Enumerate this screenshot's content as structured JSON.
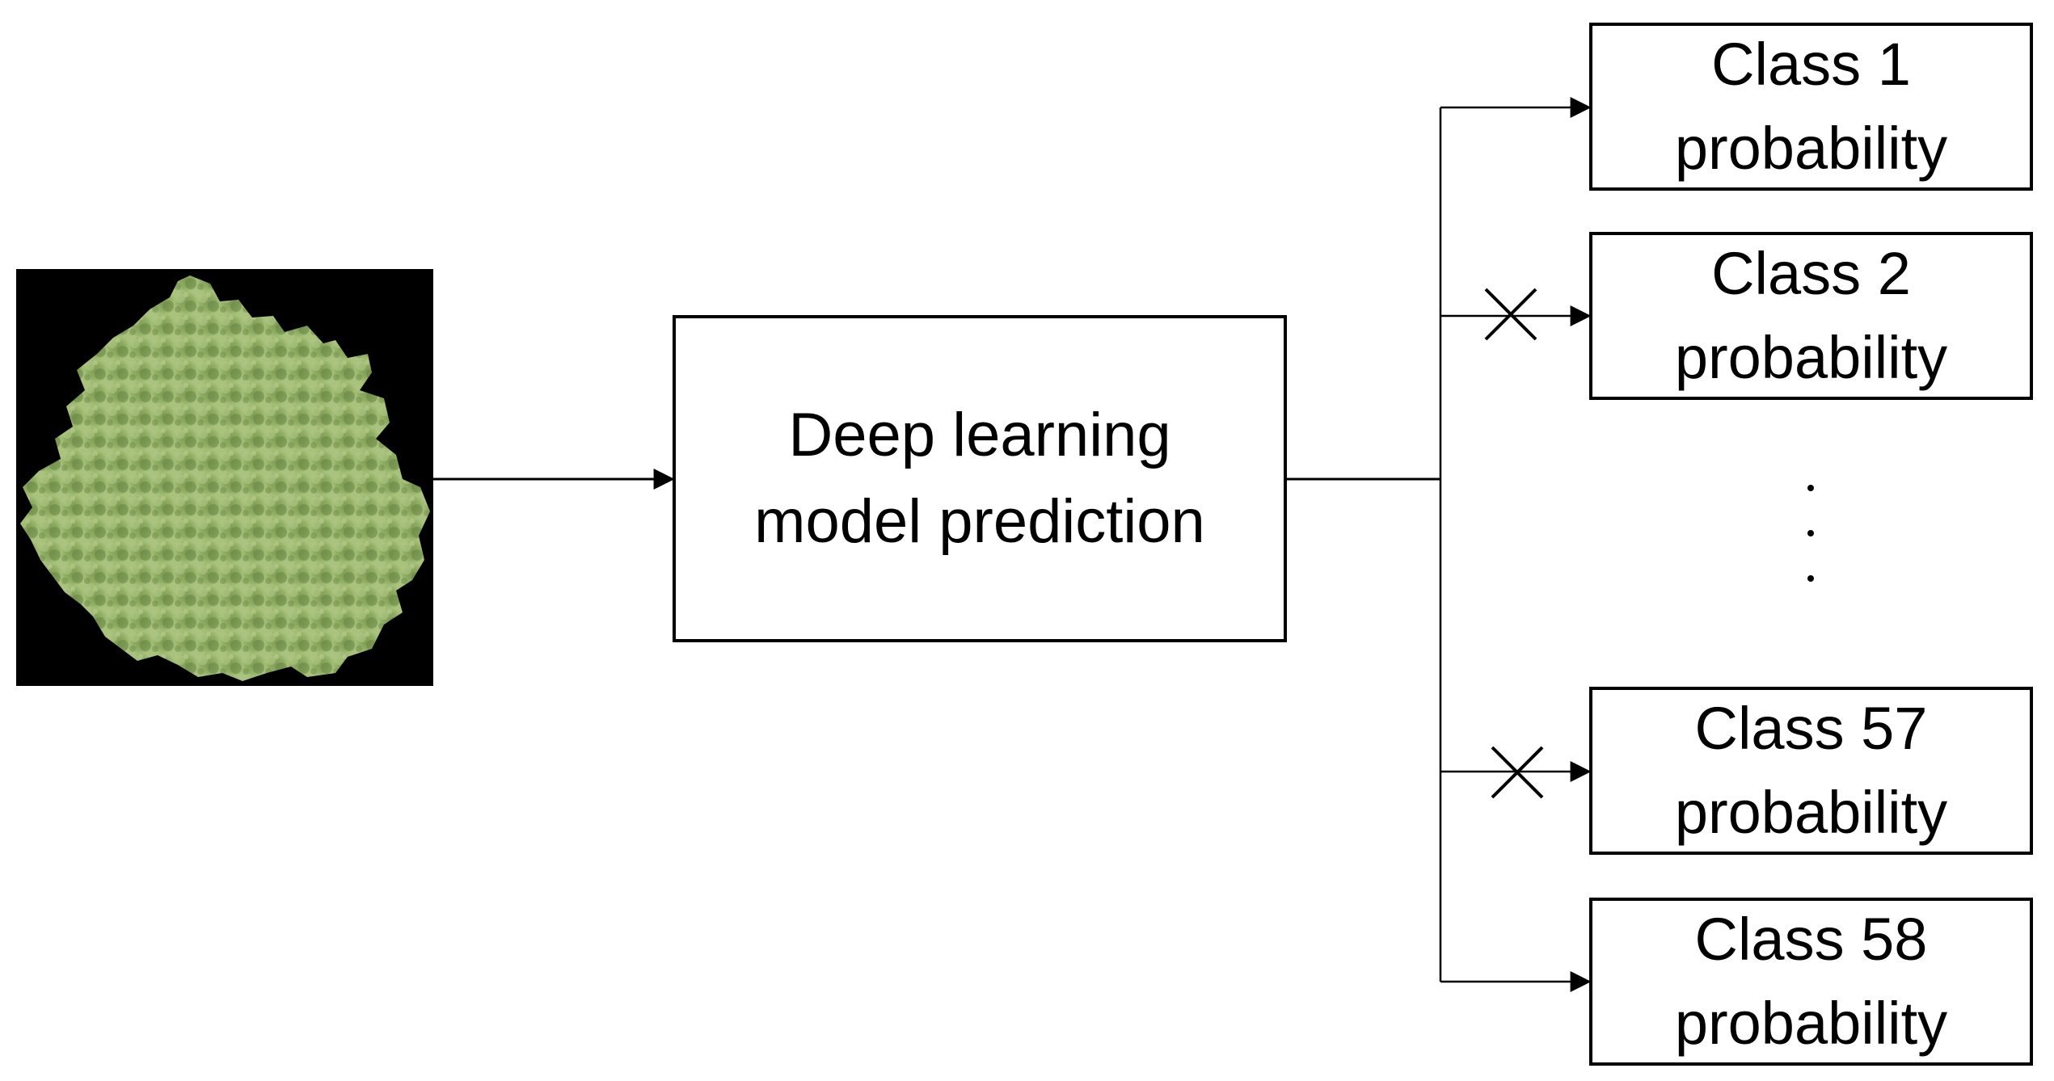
{
  "model": {
    "line1": "Deep learning",
    "line2": "model prediction"
  },
  "outputs": [
    {
      "label": "Class 1",
      "sub": "probability",
      "blocked": false
    },
    {
      "label": "Class 2",
      "sub": "probability",
      "blocked": true
    },
    {
      "label": "Class 57",
      "sub": "probability",
      "blocked": true
    },
    {
      "label": "Class 58",
      "sub": "probability",
      "blocked": false
    }
  ],
  "colors": {
    "line": "#000000",
    "foliage_dark": "#6f8f4a",
    "foliage_light": "#a6bf78",
    "background": "#000000"
  },
  "icons": {
    "input": "tree-canopy-image",
    "blocked": "cross-icon",
    "ellipsis": "vertical-ellipsis-icon"
  }
}
